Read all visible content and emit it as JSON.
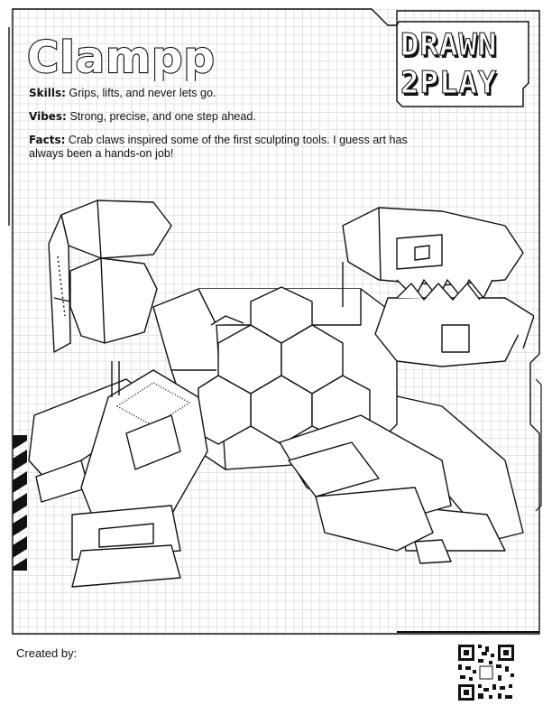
{
  "title": "Clampp",
  "logo": {
    "line1": "DRAWN",
    "line2": "2PLAY"
  },
  "info": {
    "skills_label": "Skills:",
    "skills_text": " Grips, lifts, and never lets go.",
    "vibes_label": "Vibes:",
    "vibes_text": " Strong, precise, and one step ahead.",
    "facts_label": "Facts:",
    "facts_text": " Crab claws inspired some of the first sculpting tools. I guess art has always been a hands-on job!"
  },
  "footer": {
    "created_by": "Created by:"
  },
  "colors": {
    "ink": "#111111",
    "grid": "#e3e3e3",
    "paper": "#ffffff"
  },
  "icons": [
    "drawn-2-play-logo",
    "qr-code",
    "hazard-stripes"
  ]
}
